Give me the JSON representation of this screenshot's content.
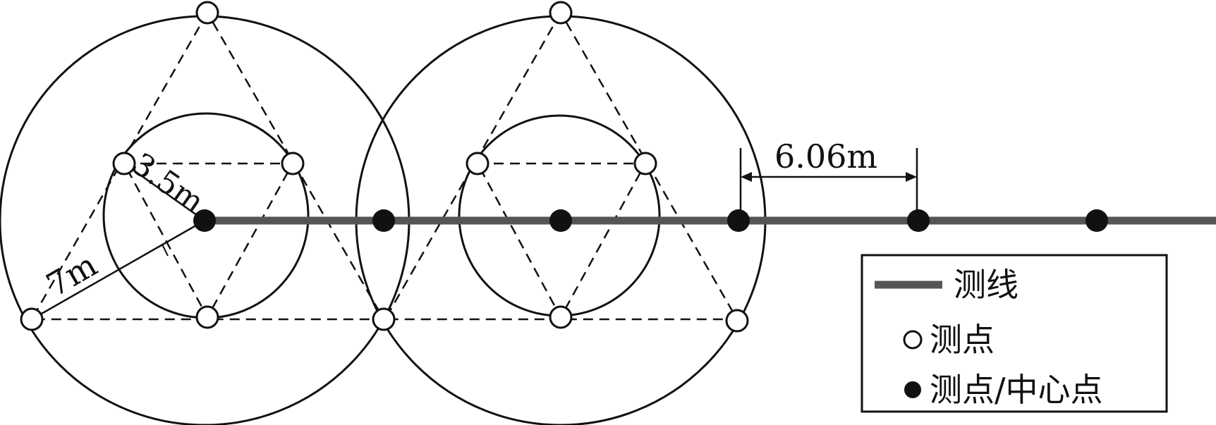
{
  "diagram": {
    "labels": {
      "radius_inner": "3.5m",
      "radius_outer": "7m",
      "spacing": "6.06m"
    },
    "legend": {
      "items": [
        {
          "label": "测线",
          "symbol": "line"
        },
        {
          "label": "测点",
          "symbol": "open-circle"
        },
        {
          "label": "测点/中心点",
          "symbol": "filled-circle"
        }
      ]
    },
    "colors": {
      "line": "#555555",
      "ink": "#111111",
      "background": "#ffffff"
    }
  }
}
